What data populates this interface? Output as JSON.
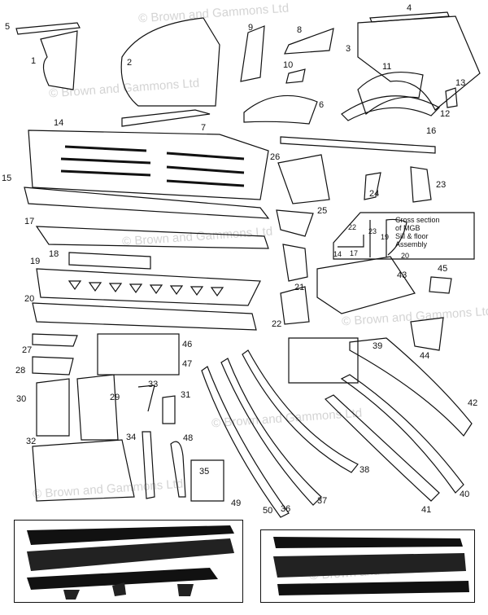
{
  "watermark": "© Brown and Gammons Ltd",
  "part_numbers": [
    "1",
    "2",
    "3",
    "4",
    "5",
    "6",
    "7",
    "8",
    "9",
    "10",
    "11",
    "12",
    "13",
    "14",
    "15",
    "16",
    "17",
    "18",
    "19",
    "20",
    "21",
    "22",
    "23",
    "24",
    "25",
    "26",
    "27",
    "28",
    "29",
    "30",
    "31",
    "32",
    "33",
    "34",
    "35",
    "36",
    "37",
    "38",
    "39",
    "40",
    "41",
    "42",
    "43",
    "44",
    "45",
    "46",
    "47",
    "48",
    "49",
    "50"
  ],
  "cross_section": {
    "lines": [
      "Cross section",
      "of MGB",
      "Sill & floor",
      "Assembly"
    ],
    "numbers": [
      "22",
      "23",
      "19",
      "14",
      "17",
      "20"
    ]
  }
}
